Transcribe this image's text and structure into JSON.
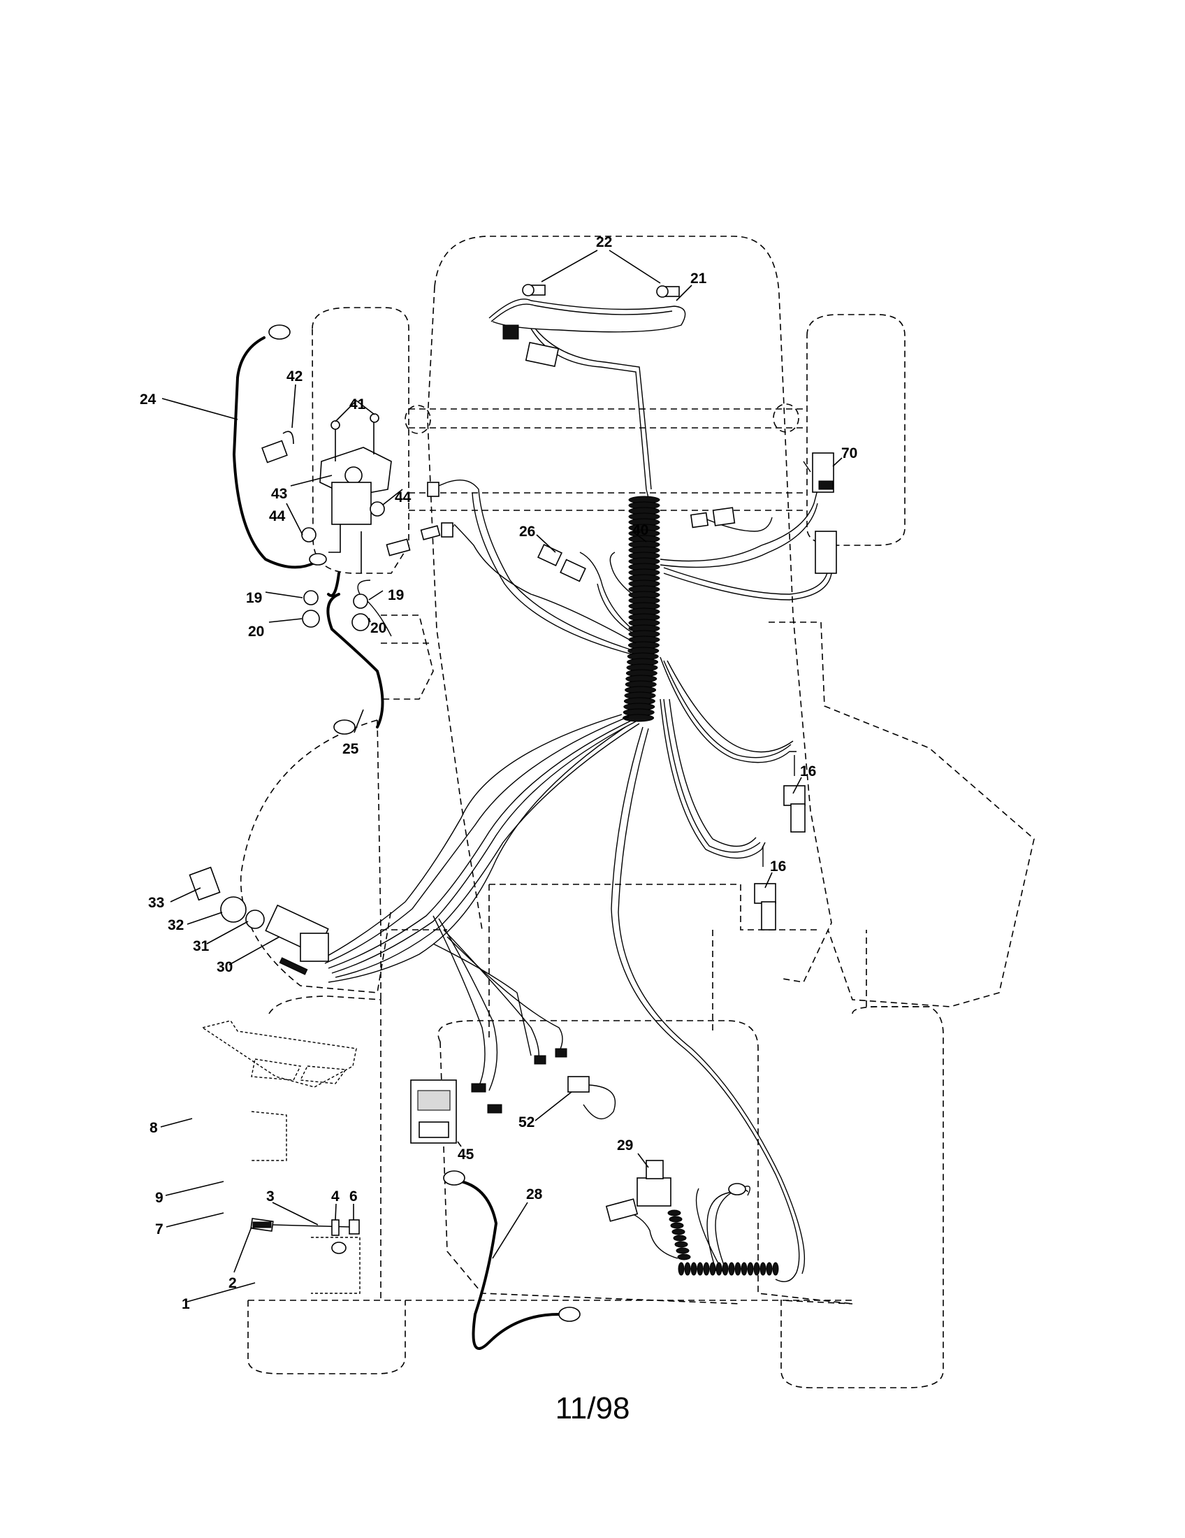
{
  "callouts": [
    {
      "id": "1"
    },
    {
      "id": "2"
    },
    {
      "id": "3"
    },
    {
      "id": "4"
    },
    {
      "id": "6"
    },
    {
      "id": "7"
    },
    {
      "id": "8"
    },
    {
      "id": "9"
    },
    {
      "id": "16a",
      "text": "16"
    },
    {
      "id": "16b",
      "text": "16"
    },
    {
      "id": "19a",
      "text": "19"
    },
    {
      "id": "19b",
      "text": "19"
    },
    {
      "id": "20a",
      "text": "20"
    },
    {
      "id": "20b",
      "text": "20"
    },
    {
      "id": "21"
    },
    {
      "id": "22"
    },
    {
      "id": "24"
    },
    {
      "id": "25"
    },
    {
      "id": "26"
    },
    {
      "id": "28"
    },
    {
      "id": "29"
    },
    {
      "id": "30"
    },
    {
      "id": "31"
    },
    {
      "id": "32"
    },
    {
      "id": "33"
    },
    {
      "id": "40"
    },
    {
      "id": "41"
    },
    {
      "id": "42"
    },
    {
      "id": "43"
    },
    {
      "id": "44a",
      "text": "44"
    },
    {
      "id": "44b",
      "text": "44"
    },
    {
      "id": "45"
    },
    {
      "id": "52"
    },
    {
      "id": "70"
    }
  ],
  "labels": {
    "c1": "1",
    "c2": "2",
    "c3": "3",
    "c4": "4",
    "c6": "6",
    "c7": "7",
    "c8": "8",
    "c9": "9",
    "c16a": "16",
    "c16b": "16",
    "c19a": "19",
    "c19b": "19",
    "c20a": "20",
    "c20b": "20",
    "c21": "21",
    "c22": "22",
    "c24": "24",
    "c25": "25",
    "c26": "26",
    "c28": "28",
    "c29": "29",
    "c30": "30",
    "c31": "31",
    "c32": "32",
    "c33": "33",
    "c40": "40",
    "c41": "41",
    "c42": "42",
    "c43": "43",
    "c44a": "44",
    "c44b": "44",
    "c45": "45",
    "c52": "52",
    "c70": "70"
  },
  "footer": "11/98"
}
